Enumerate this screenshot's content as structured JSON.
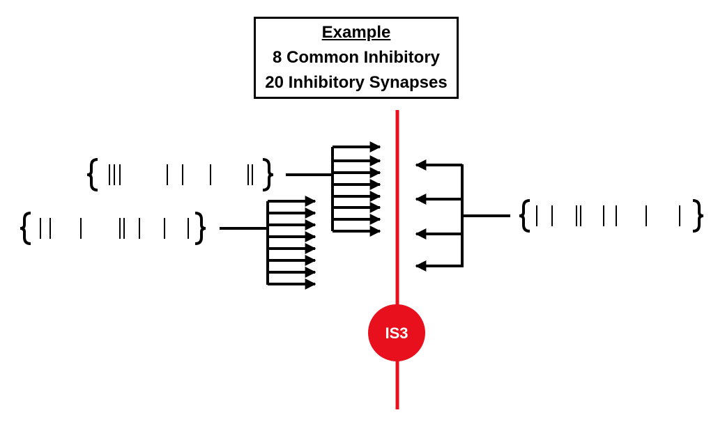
{
  "title": {
    "heading": "Example",
    "line2": "8 Common Inhibitory",
    "line3": "20 Inhibitory Synapses"
  },
  "neuron": {
    "label": "IS3",
    "color": "#e8101c"
  },
  "colors": {
    "axon": "#e8101c",
    "ink": "#000000"
  }
}
